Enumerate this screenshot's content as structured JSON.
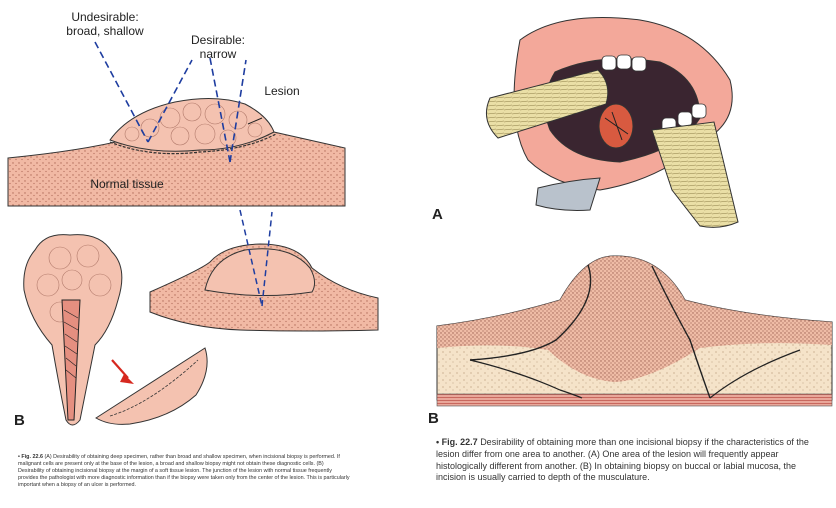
{
  "fig_22_6": {
    "label_undesirable": "Undesirable:\nbroad, shallow",
    "label_desirable": "Desirable:\nnarrow",
    "label_lesion": "Lesion",
    "label_normal_tissue": "Normal tissue",
    "panel_b": "B",
    "caption_number": "• Fig. 22.6",
    "caption_text": "(A) Desirability of obtaining deep specimen, rather than broad and shallow specimen, when incisional biopsy is performed. If malignant cells are present only at the base of the lesion, a broad and shallow biopsy might not obtain these diagnostic cells. (B) Desirability of obtaining incisional biopsy at the margin of a soft tissue lesion. The junction of the lesion with normal tissue frequently provides the pathologist with more diagnostic information than if the biopsy were taken only from the center of the lesion. This is particularly important when a biopsy of an ulcer is performed."
  },
  "fig_22_7": {
    "panel_a": "A",
    "panel_b": "B",
    "caption_number": "• Fig. 22.7",
    "caption_text": "Desirability of obtaining more than one incisional biopsy if the characteristics of the lesion differ from one area to another. (A) One area of the lesion will frequently appear histologically different from another. (B) In obtaining biopsy on buccal or labial mucosa, the incision is usually carried to depth of the musculature."
  }
}
